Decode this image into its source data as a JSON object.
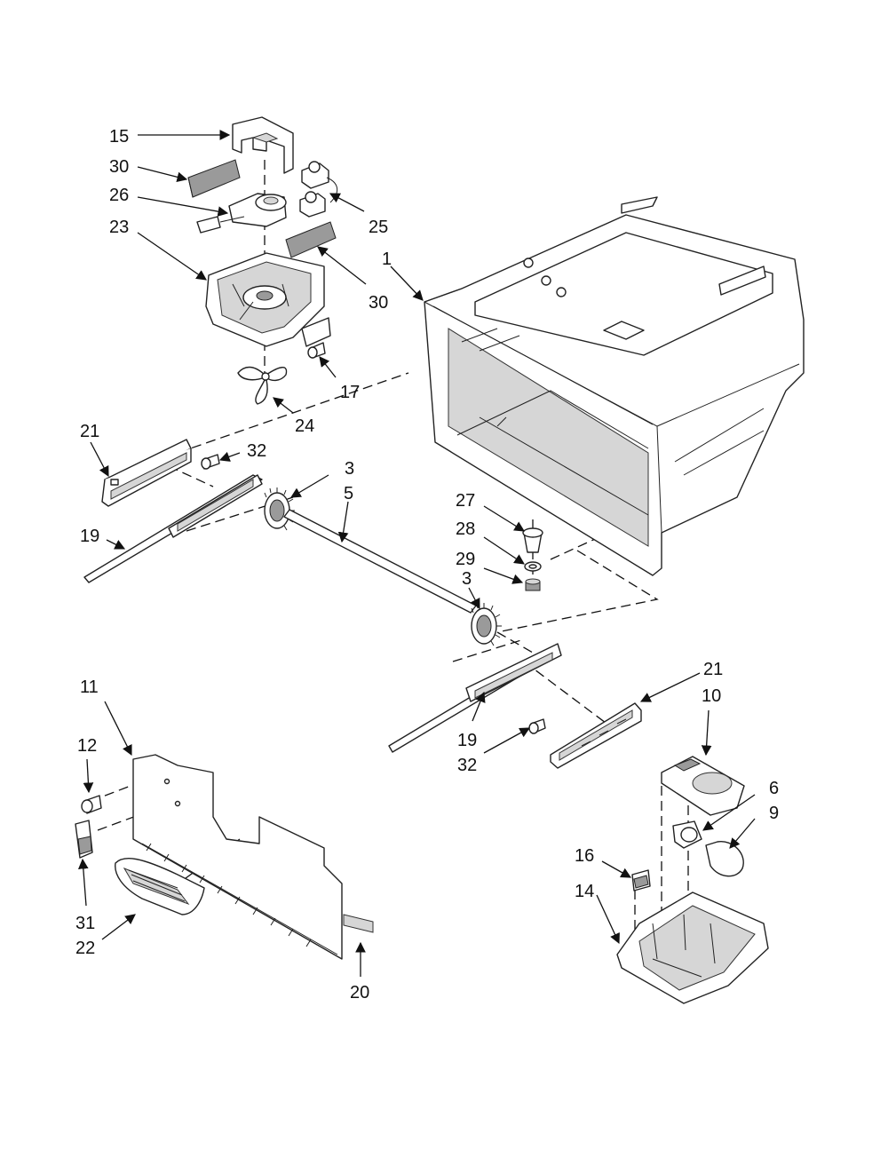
{
  "diagram": {
    "callouts": [
      {
        "id": "c15",
        "label": "15"
      },
      {
        "id": "c30a",
        "label": "30"
      },
      {
        "id": "c26",
        "label": "26"
      },
      {
        "id": "c23",
        "label": "23"
      },
      {
        "id": "c25",
        "label": "25"
      },
      {
        "id": "c30b",
        "label": "30"
      },
      {
        "id": "c1",
        "label": "1"
      },
      {
        "id": "c17",
        "label": "17"
      },
      {
        "id": "c24",
        "label": "24"
      },
      {
        "id": "c21a",
        "label": "21"
      },
      {
        "id": "c32a",
        "label": "32"
      },
      {
        "id": "c3a",
        "label": "3"
      },
      {
        "id": "c5",
        "label": "5"
      },
      {
        "id": "c19a",
        "label": "19"
      },
      {
        "id": "c27",
        "label": "27"
      },
      {
        "id": "c28",
        "label": "28"
      },
      {
        "id": "c29",
        "label": "29"
      },
      {
        "id": "c3b",
        "label": "3"
      },
      {
        "id": "c11",
        "label": "11"
      },
      {
        "id": "c21b",
        "label": "21"
      },
      {
        "id": "c10",
        "label": "10"
      },
      {
        "id": "c12",
        "label": "12"
      },
      {
        "id": "c19b",
        "label": "19"
      },
      {
        "id": "c32b",
        "label": "32"
      },
      {
        "id": "c6",
        "label": "6"
      },
      {
        "id": "c9",
        "label": "9"
      },
      {
        "id": "c16",
        "label": "16"
      },
      {
        "id": "c14",
        "label": "14"
      },
      {
        "id": "c31",
        "label": "31"
      },
      {
        "id": "c22",
        "label": "22"
      },
      {
        "id": "c20",
        "label": "20"
      }
    ]
  }
}
